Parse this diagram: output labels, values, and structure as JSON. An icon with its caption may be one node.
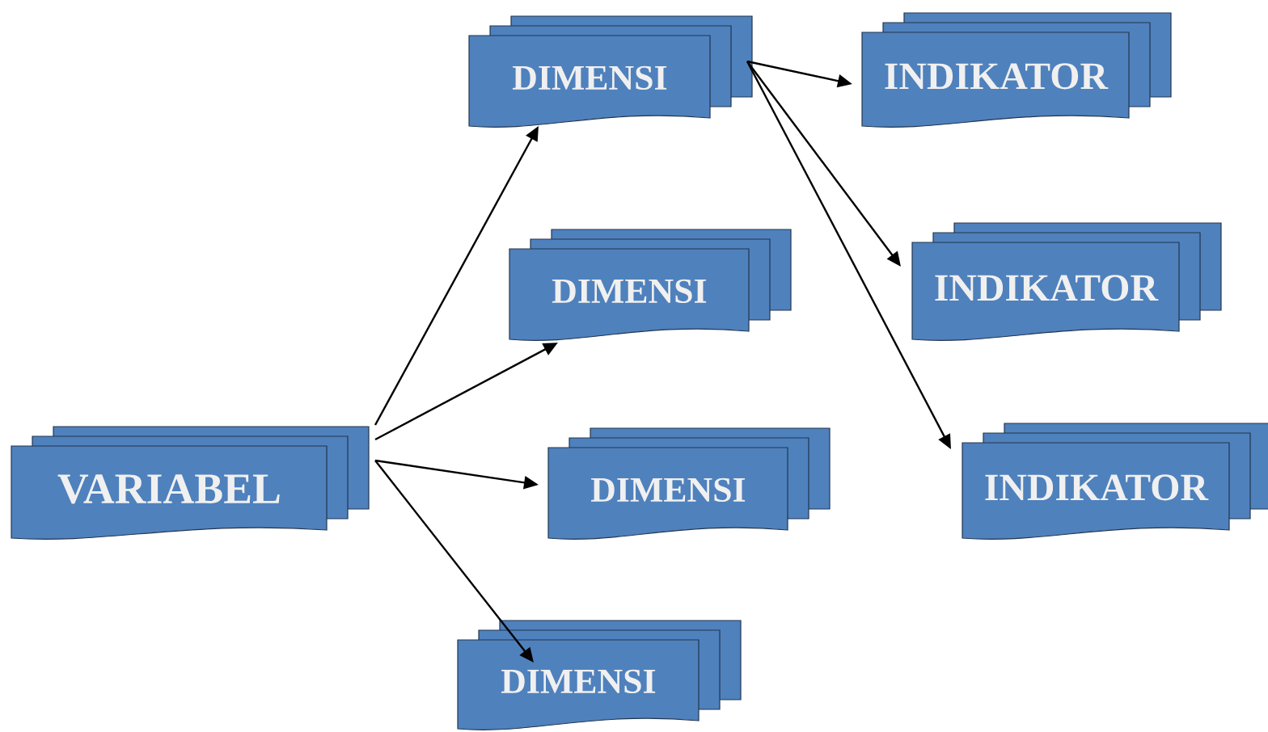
{
  "diagram": {
    "nodes": [
      {
        "text": [
          "VARIABEL"
        ]
      },
      {
        "text": [
          "DIMENSI"
        ]
      },
      {
        "text": [
          "DIMENSI"
        ]
      },
      {
        "text": [
          "DIMENSI"
        ]
      },
      {
        "text": [
          "DIMENSI"
        ]
      },
      {
        "text": [
          "INDIKATOR"
        ]
      },
      {
        "text": [
          "INDIKATOR"
        ]
      },
      {
        "text": [
          "INDIKATOR"
        ]
      }
    ],
    "edges": [
      {
        "from": 0,
        "to": 1,
        "arrow": "to"
      },
      {
        "from": 0,
        "to": 2,
        "arrow": "to"
      },
      {
        "from": 0,
        "to": 3,
        "arrow": "to"
      },
      {
        "from": 0,
        "to": 4,
        "arrow": "to"
      },
      {
        "from": 1,
        "to": 5,
        "arrow": "to"
      },
      {
        "from": 1,
        "to": 6,
        "arrow": "to"
      },
      {
        "from": 1,
        "to": 7,
        "arrow": "to"
      }
    ]
  }
}
